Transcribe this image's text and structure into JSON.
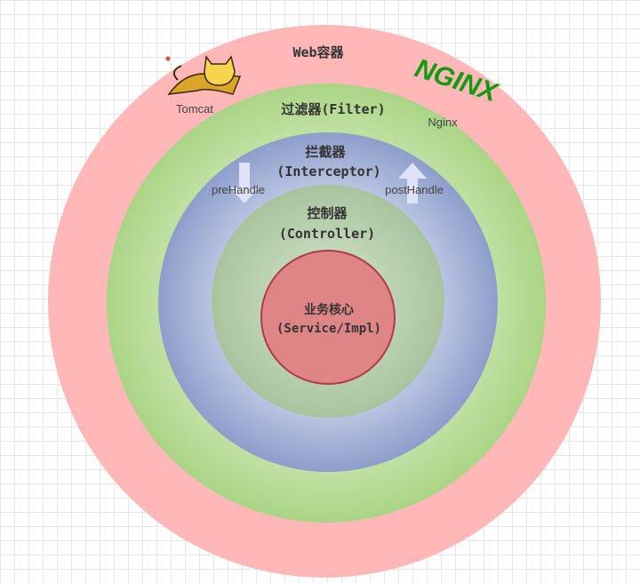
{
  "layers": {
    "web": {
      "title": "Web容器",
      "color": "#ffb3b3"
    },
    "filter": {
      "title": "过滤器(Filter)",
      "color": "#b9dc98"
    },
    "interceptor": {
      "title": "拦截器",
      "subtitle": "(Interceptor)",
      "color": "#93a4cc"
    },
    "controller": {
      "title": "控制器",
      "subtitle": "(Controller)",
      "color": "#b8cfae"
    },
    "service": {
      "title": "业务核心",
      "subtitle": "(Service/Impl)",
      "color": "#e08585",
      "stroke": "#b03a48"
    }
  },
  "arrows": {
    "pre": "preHandle",
    "post": "postHandle"
  },
  "logos": {
    "tomcat": "Tomcat",
    "nginx_logo": "NGINX",
    "nginx": "Nginx",
    "nginx_color": "#119b11"
  }
}
